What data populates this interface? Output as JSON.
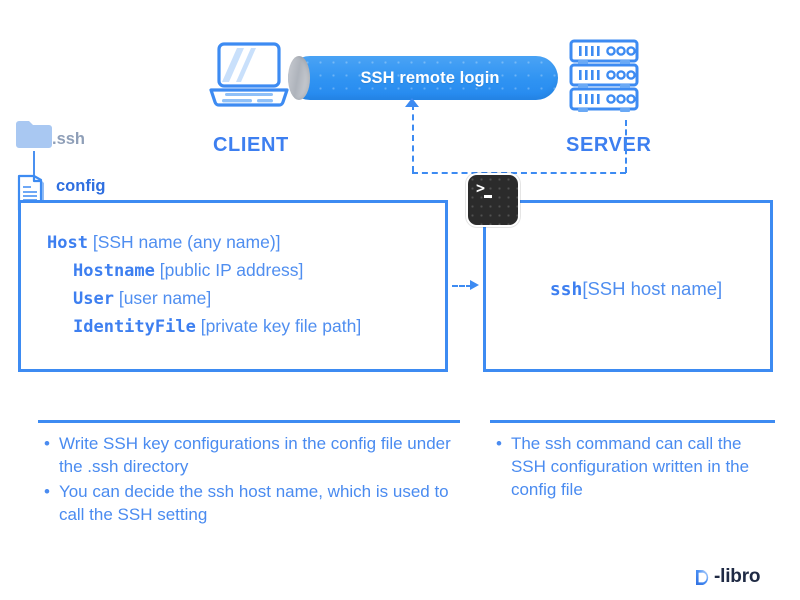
{
  "diagram": {
    "client_label": "CLIENT",
    "server_label": "SERVER",
    "tunnel_label": "SSH remote login",
    "folder_label": ".ssh",
    "file_label": "config",
    "colors": {
      "accent_blue": "#3d8bf2",
      "text_blue": "#4a8bf0",
      "keyword_blue": "#3d7ff0",
      "folder_gray": "#8f9fb8",
      "terminal_dark": "#2b2b2b",
      "logo_navy": "#1f2a44"
    }
  },
  "config_box": {
    "lines": [
      {
        "keyword": "Host",
        "placeholder": "[SSH name (any name)]",
        "indent": 0
      },
      {
        "keyword": "Hostname",
        "placeholder": "[public IP address]",
        "indent": 1
      },
      {
        "keyword": "User",
        "placeholder": "[user name]",
        "indent": 1
      },
      {
        "keyword": "IdentityFile",
        "placeholder": "[private key file path]",
        "indent": 1
      }
    ]
  },
  "command_box": {
    "keyword": "ssh",
    "placeholder": "[SSH host name]"
  },
  "notes_left": {
    "bullet": "•",
    "items": [
      "Write SSH key configurations in the config file under the .ssh directory",
      "You can decide the ssh host name, which is used to call the SSH setting"
    ]
  },
  "notes_right": {
    "bullet": "•",
    "items": [
      "The ssh command can call the SSH configuration written in the config file"
    ]
  },
  "logo": {
    "mark": "D",
    "word": "-libro"
  },
  "icons": {
    "laptop": "laptop-icon",
    "server": "server-rack-icon",
    "folder": "folder-icon",
    "document": "document-icon",
    "terminal": "terminal-icon",
    "prompt": ">",
    "arrow_up": "arrow-up-icon",
    "arrow_right": "arrow-right-icon"
  }
}
